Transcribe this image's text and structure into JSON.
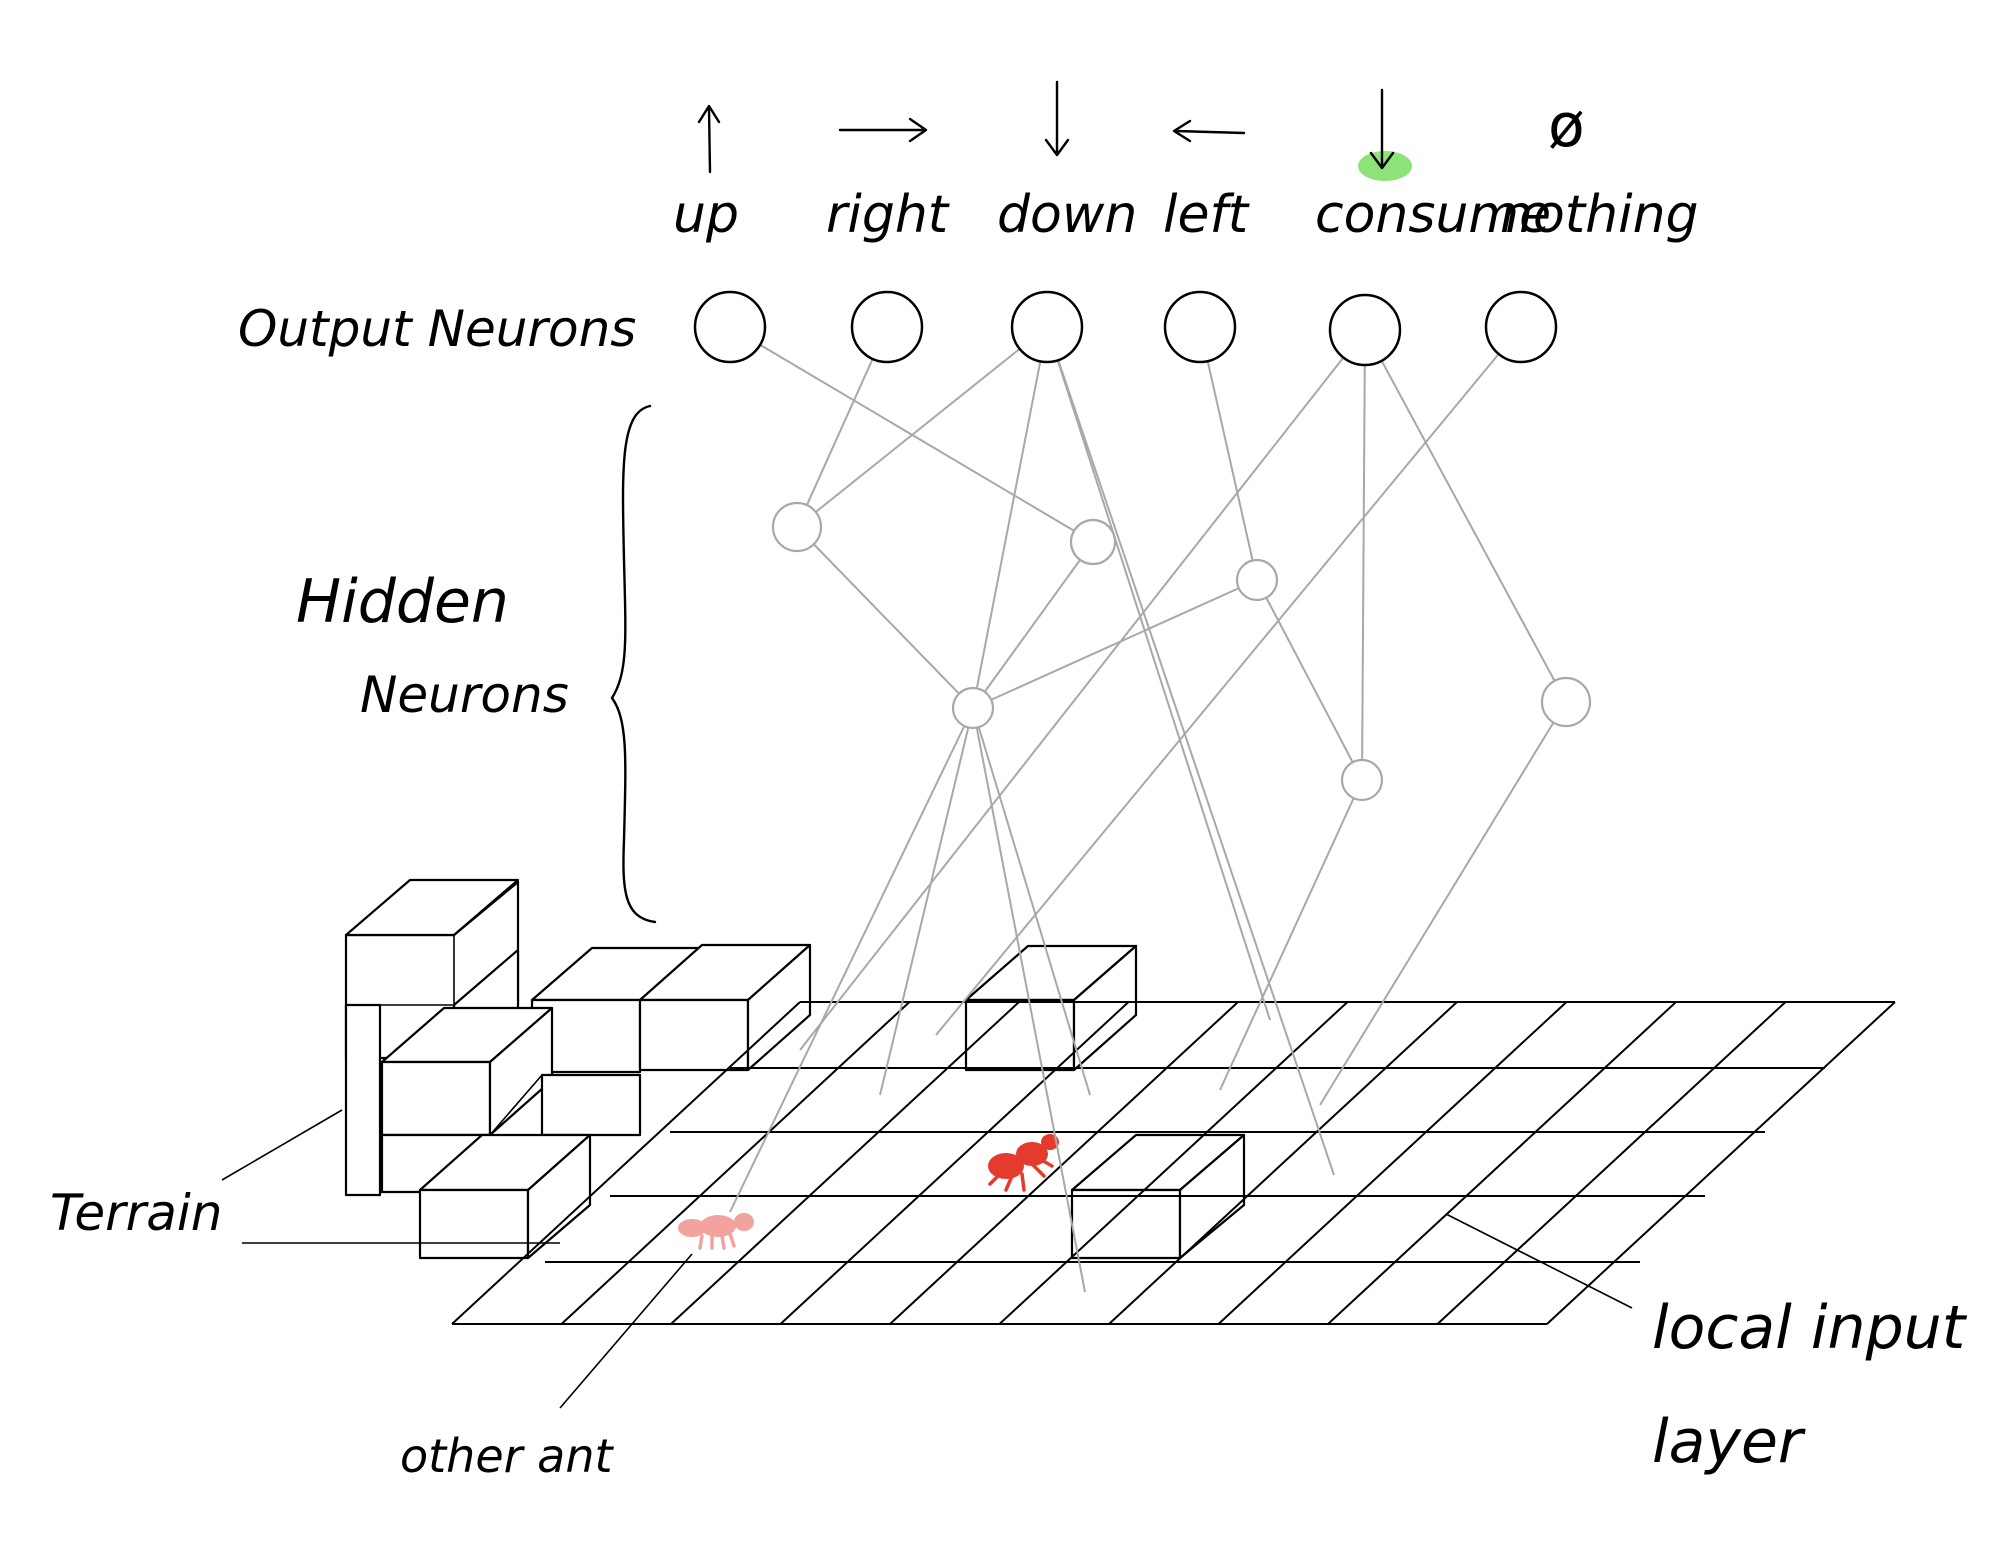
{
  "actions": [
    {
      "label": "up",
      "icon": "arrow-up-icon"
    },
    {
      "label": "right",
      "icon": "arrow-right-icon"
    },
    {
      "label": "down",
      "icon": "arrow-down-icon"
    },
    {
      "label": "left",
      "icon": "arrow-left-icon"
    },
    {
      "label": "consume",
      "icon": "consume-icon"
    },
    {
      "label": "nothing",
      "icon": "empty-set-icon",
      "glyph": "ø"
    }
  ],
  "labels": {
    "output_neurons": "Output Neurons",
    "hidden_line1": "Hidden",
    "hidden_line2": "Neurons",
    "terrain": "Terrain",
    "other_ant": "other ant",
    "local_input_line1": "local input",
    "local_input_line2": "layer"
  },
  "colors": {
    "food": "#8ee27a",
    "ant_self": "#e53a2e",
    "ant_other": "#f2a39e",
    "connection": "#a8a8a8"
  }
}
